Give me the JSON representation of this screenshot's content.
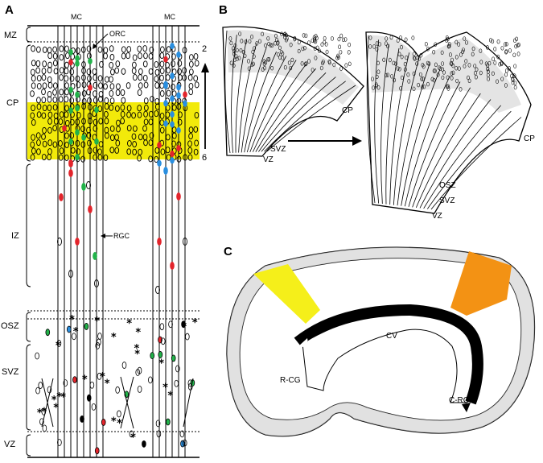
{
  "panels": {
    "a": {
      "label": "A",
      "top_labels": [
        "MC",
        "MC"
      ],
      "orc": "ORC",
      "rgc": "RGC",
      "layer_numbers": {
        "top": "2",
        "bottom": "6"
      },
      "zones": [
        "MZ",
        "CP",
        "IZ",
        "OSZ",
        "SVZ",
        "VZ"
      ],
      "highlight_color": "#f2ea0a",
      "cell_colors": {
        "green": "#22b24a",
        "red": "#e3242b",
        "blue": "#2a8fe0"
      }
    },
    "b": {
      "label": "B",
      "left_labels": [
        "CP",
        "SVZ",
        "VZ"
      ],
      "right_labels": [
        "CP",
        "OSZ",
        "SVZ",
        "VZ"
      ]
    },
    "c": {
      "label": "C",
      "labels": [
        "CV",
        "R-CG",
        "C-RG"
      ],
      "left_color": "#f5ef1a",
      "right_color": "#f39214"
    }
  }
}
